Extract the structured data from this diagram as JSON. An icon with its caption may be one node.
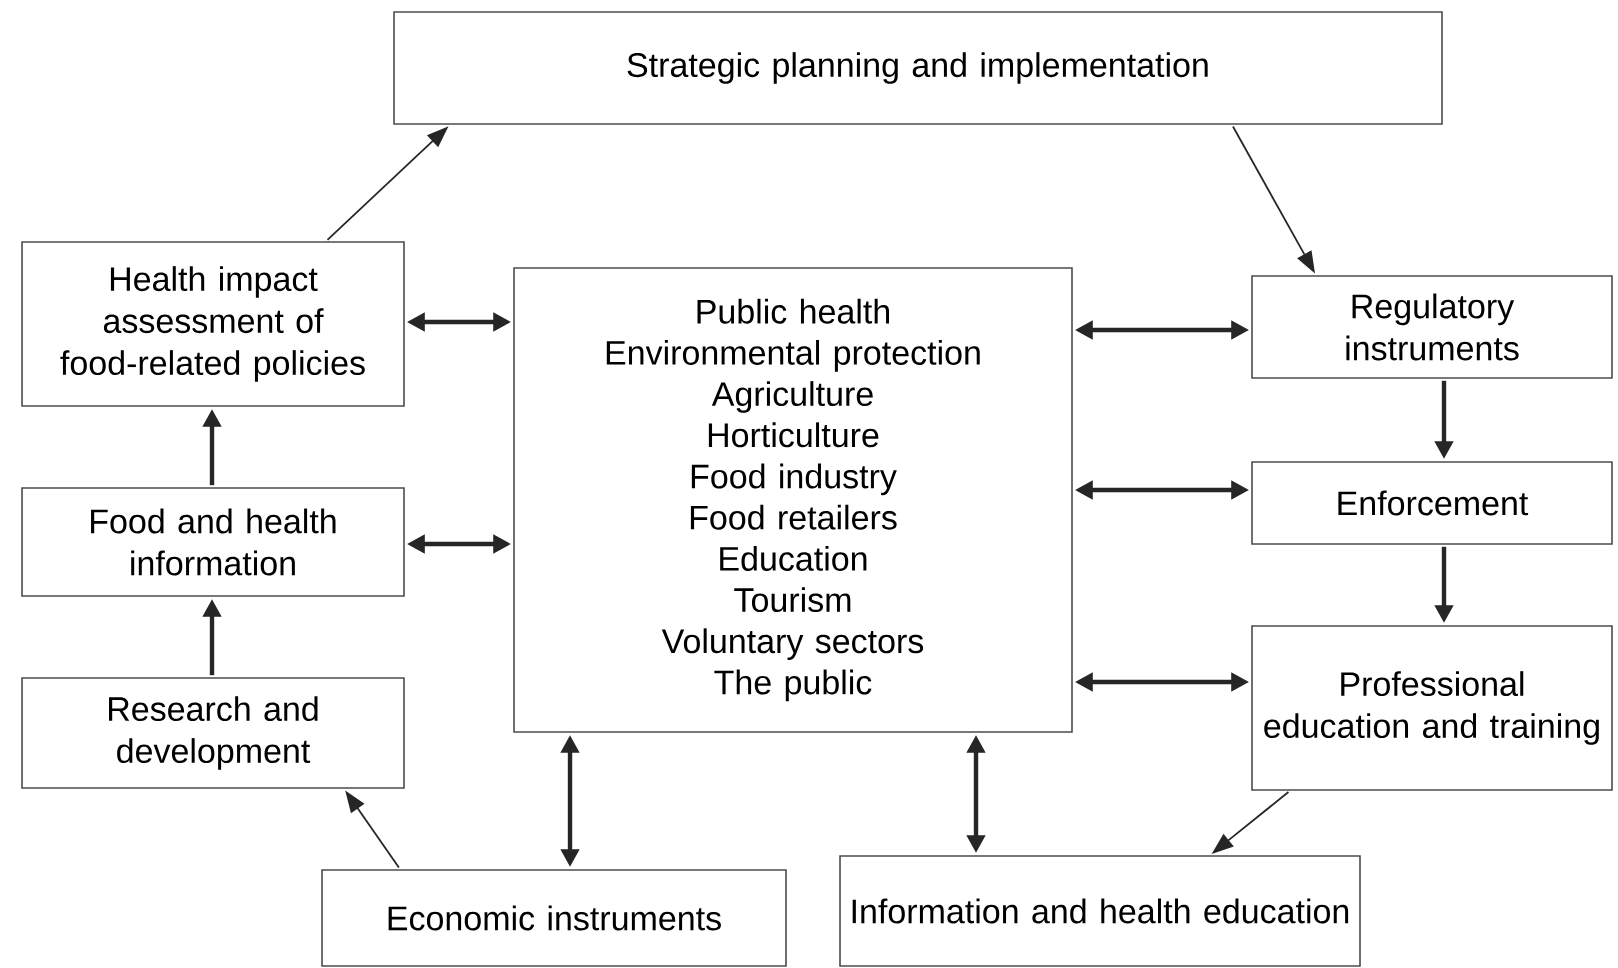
{
  "diagram": {
    "nodes": [
      {
        "text": [
          "Strategic planning and implementation"
        ]
      },
      {
        "text": [
          "Health impact assessment of food-related policies"
        ]
      },
      {
        "text": [
          "Food and health information"
        ]
      },
      {
        "text": [
          "Research and development"
        ]
      },
      {
        "text": [
          "Public health",
          "Environmental protection",
          "Agriculture",
          "Horticulture",
          "Food industry",
          "Food retailers",
          "Education",
          "Tourism",
          "Voluntary sectors",
          "The public"
        ]
      },
      {
        "text": [
          "Regulatory instruments"
        ]
      },
      {
        "text": [
          "Enforcement"
        ]
      },
      {
        "text": [
          "Professional education and training"
        ]
      },
      {
        "text": [
          "Economic instruments"
        ]
      },
      {
        "text": [
          "Information and health education"
        ]
      }
    ],
    "edges": [
      {
        "from": 1,
        "to": 0,
        "arrow": "to"
      },
      {
        "from": 0,
        "to": 5,
        "arrow": "to"
      },
      {
        "from": 1,
        "to": 4,
        "arrow": "both"
      },
      {
        "from": 2,
        "to": 4,
        "arrow": "both"
      },
      {
        "from": 2,
        "to": 1,
        "arrow": "to"
      },
      {
        "from": 3,
        "to": 2,
        "arrow": "to"
      },
      {
        "from": 8,
        "to": 3,
        "arrow": "to"
      },
      {
        "from": 4,
        "to": 8,
        "arrow": "both"
      },
      {
        "from": 4,
        "to": 9,
        "arrow": "both"
      },
      {
        "from": 4,
        "to": 5,
        "arrow": "both"
      },
      {
        "from": 4,
        "to": 6,
        "arrow": "both"
      },
      {
        "from": 4,
        "to": 7,
        "arrow": "both"
      },
      {
        "from": 5,
        "to": 6,
        "arrow": "to"
      },
      {
        "from": 6,
        "to": 7,
        "arrow": "to"
      },
      {
        "from": 7,
        "to": 9,
        "arrow": "to"
      }
    ]
  }
}
